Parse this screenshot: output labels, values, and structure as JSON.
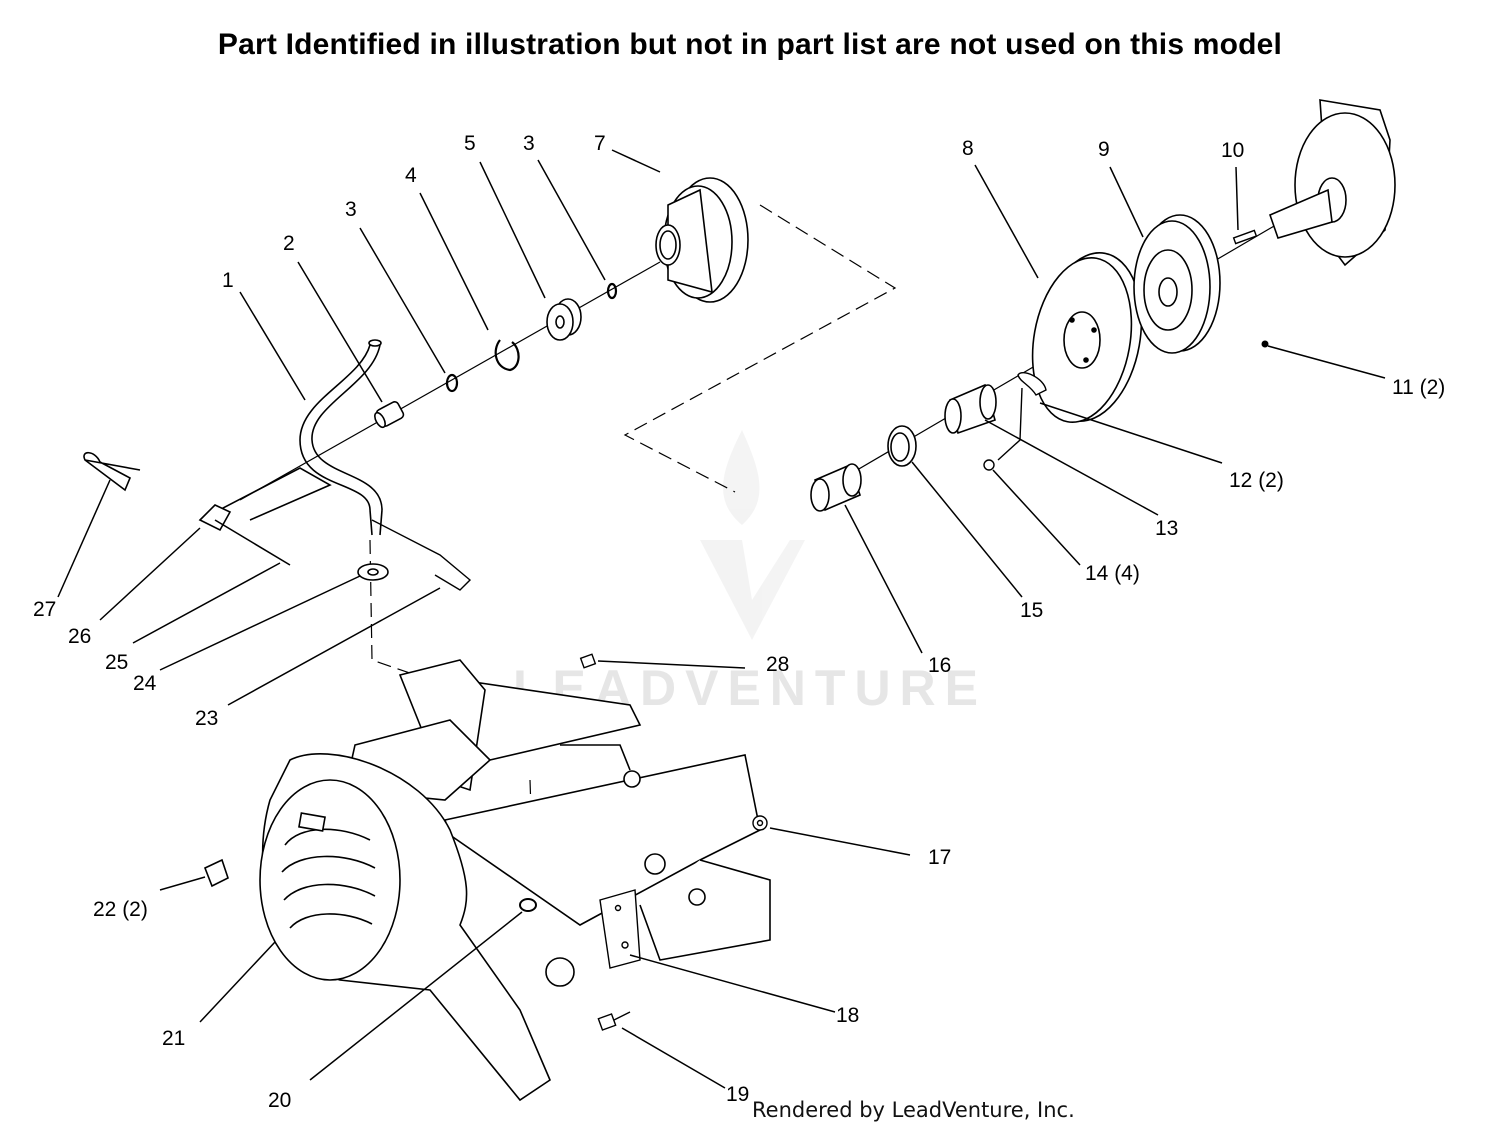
{
  "header": {
    "title": "Part Identified in illustration but not in part list are not used on this model"
  },
  "callouts": [
    {
      "id": "1",
      "text": "1"
    },
    {
      "id": "2",
      "text": "2"
    },
    {
      "id": "3a",
      "text": "3"
    },
    {
      "id": "4",
      "text": "4"
    },
    {
      "id": "5",
      "text": "5"
    },
    {
      "id": "3b",
      "text": "3"
    },
    {
      "id": "7",
      "text": "7"
    },
    {
      "id": "8",
      "text": "8"
    },
    {
      "id": "9",
      "text": "9"
    },
    {
      "id": "10",
      "text": "10"
    },
    {
      "id": "11",
      "text": "11 (2)"
    },
    {
      "id": "12",
      "text": "12 (2)"
    },
    {
      "id": "13",
      "text": "13"
    },
    {
      "id": "14",
      "text": "14 (4)"
    },
    {
      "id": "15",
      "text": "15"
    },
    {
      "id": "16",
      "text": "16"
    },
    {
      "id": "17",
      "text": "17"
    },
    {
      "id": "18",
      "text": "18"
    },
    {
      "id": "19",
      "text": "19"
    },
    {
      "id": "20",
      "text": "20"
    },
    {
      "id": "21",
      "text": "21"
    },
    {
      "id": "22",
      "text": "22 (2)"
    },
    {
      "id": "23",
      "text": "23"
    },
    {
      "id": "24",
      "text": "24"
    },
    {
      "id": "25",
      "text": "25"
    },
    {
      "id": "26",
      "text": "26"
    },
    {
      "id": "27",
      "text": "27"
    },
    {
      "id": "28",
      "text": "28"
    }
  ],
  "watermark": {
    "text": "LEADVENTURE"
  },
  "footer": {
    "text": "Rendered by LeadVenture, Inc."
  }
}
